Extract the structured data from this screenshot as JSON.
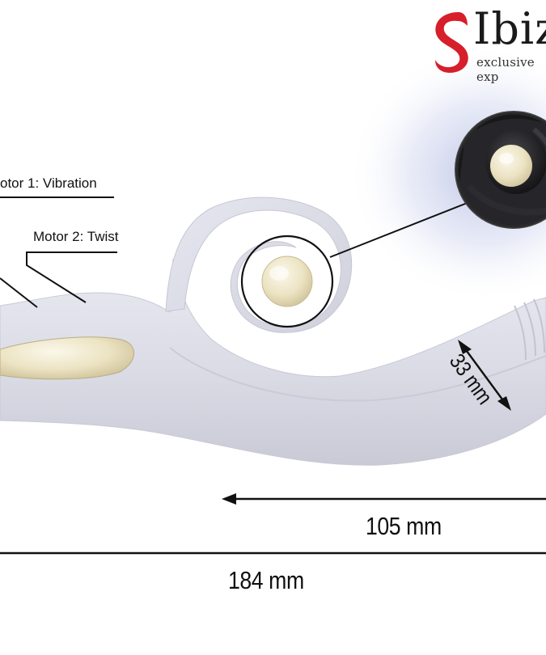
{
  "brand": {
    "name": "Ibiz",
    "tagline": "exclusive exp",
    "logo_color": "#d61f2b",
    "logo_icon": "swirl-s-logo-icon"
  },
  "callouts": {
    "motor1": "otor 1: Vibration",
    "motor2": "Motor 2: Twist"
  },
  "dimensions": {
    "width": "33 mm",
    "insertable_length": "105 mm",
    "total_length": "184 mm"
  },
  "colors": {
    "product_body": "#dcdde6",
    "accent_gold": "#efe8cf",
    "line": "#111111",
    "glow": "#c7cde8"
  }
}
